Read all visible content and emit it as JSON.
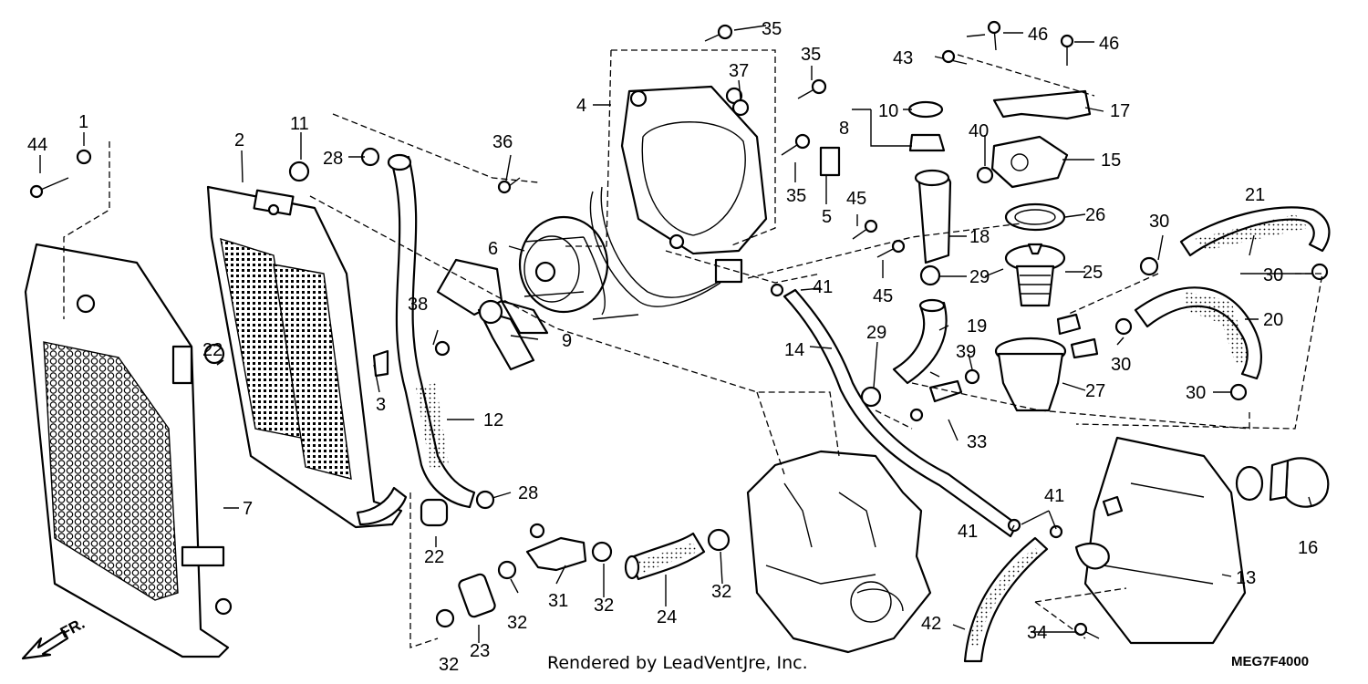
{
  "diagram": {
    "credit": "Rendered by LeadVentJre, Inc.",
    "diagram_code": "MEG7F4000",
    "direction_label": "FR.",
    "callouts": {
      "c1": "1",
      "c2": "2",
      "c3": "3",
      "c4": "4",
      "c5": "5",
      "c6": "6",
      "c7": "7",
      "c8": "8",
      "c9": "9",
      "c10": "10",
      "c11": "11",
      "c12": "12",
      "c13": "13",
      "c14": "14",
      "c15": "15",
      "c16": "16",
      "c17": "17",
      "c18": "18",
      "c19": "19",
      "c20": "20",
      "c21": "21",
      "c22a": "22",
      "c22b": "22",
      "c23": "23",
      "c24": "24",
      "c25": "25",
      "c26": "26",
      "c27": "27",
      "c28a": "28",
      "c28b": "28",
      "c29a": "29",
      "c29b": "29",
      "c30a": "30",
      "c30b": "30",
      "c30c": "30",
      "c30d": "30",
      "c31": "31",
      "c32a": "32",
      "c32b": "32",
      "c32c": "32",
      "c32d": "32",
      "c33": "33",
      "c34": "34",
      "c35a": "35",
      "c35b": "35",
      "c35c": "35",
      "c36": "36",
      "c37": "37",
      "c38": "38",
      "c39": "39",
      "c40": "40",
      "c41a": "41",
      "c41b": "41",
      "c41c": "41",
      "c42": "42",
      "c43": "43",
      "c44": "44",
      "c45a": "45",
      "c45b": "45",
      "c46a": "46",
      "c46b": "46"
    }
  }
}
